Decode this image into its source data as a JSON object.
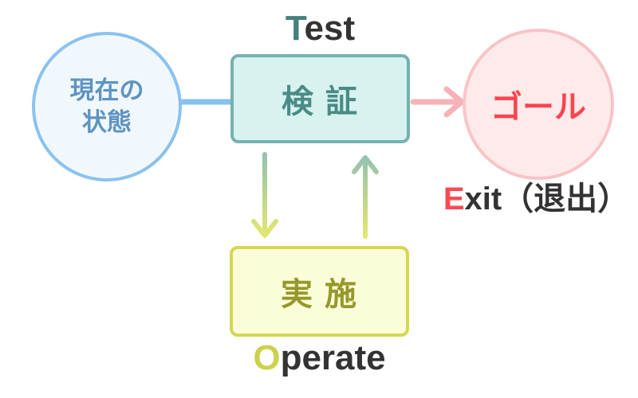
{
  "diagram": {
    "model": "TOTE flow diagram",
    "nodes": {
      "current_state": {
        "line1": "現在の",
        "line2": "状態"
      },
      "test_box": {
        "label": "検 証"
      },
      "goal": {
        "label": "ゴール"
      },
      "operate_box": {
        "label": "実 施"
      }
    },
    "labels": {
      "test": {
        "initial": "T",
        "rest": "est"
      },
      "exit": {
        "initial": "E",
        "rest": "xit（退出）"
      },
      "operate": {
        "initial": "O",
        "rest": "perate"
      }
    },
    "connectors": {
      "current_to_test": "plain-line",
      "test_to_goal": "arrow-right",
      "test_to_operate": "arrow-down-gradient",
      "operate_to_test": "arrow-up-gradient"
    },
    "colors": {
      "blue_border": "#8ac2ef",
      "blue_fill": "#f1f8fd",
      "blue_text": "#5e94c2",
      "teal_border": "#74b2b0",
      "teal_fill": "#d8f2f0",
      "teal_text": "#4a8b86",
      "pink_border": "#f9c4c6",
      "pink_fill": "#fdeaea",
      "red_text": "#f94550",
      "yellow_border": "#d5d750",
      "yellow_fill": "#fbfcd8",
      "olive_text": "#96982a",
      "dark_text": "#333333",
      "blue_line": "#87c1ee",
      "pink_arrow": "#f7b2b7",
      "arrow_teal": "#93c2af",
      "arrow_yellow": "#e4e76f"
    }
  }
}
